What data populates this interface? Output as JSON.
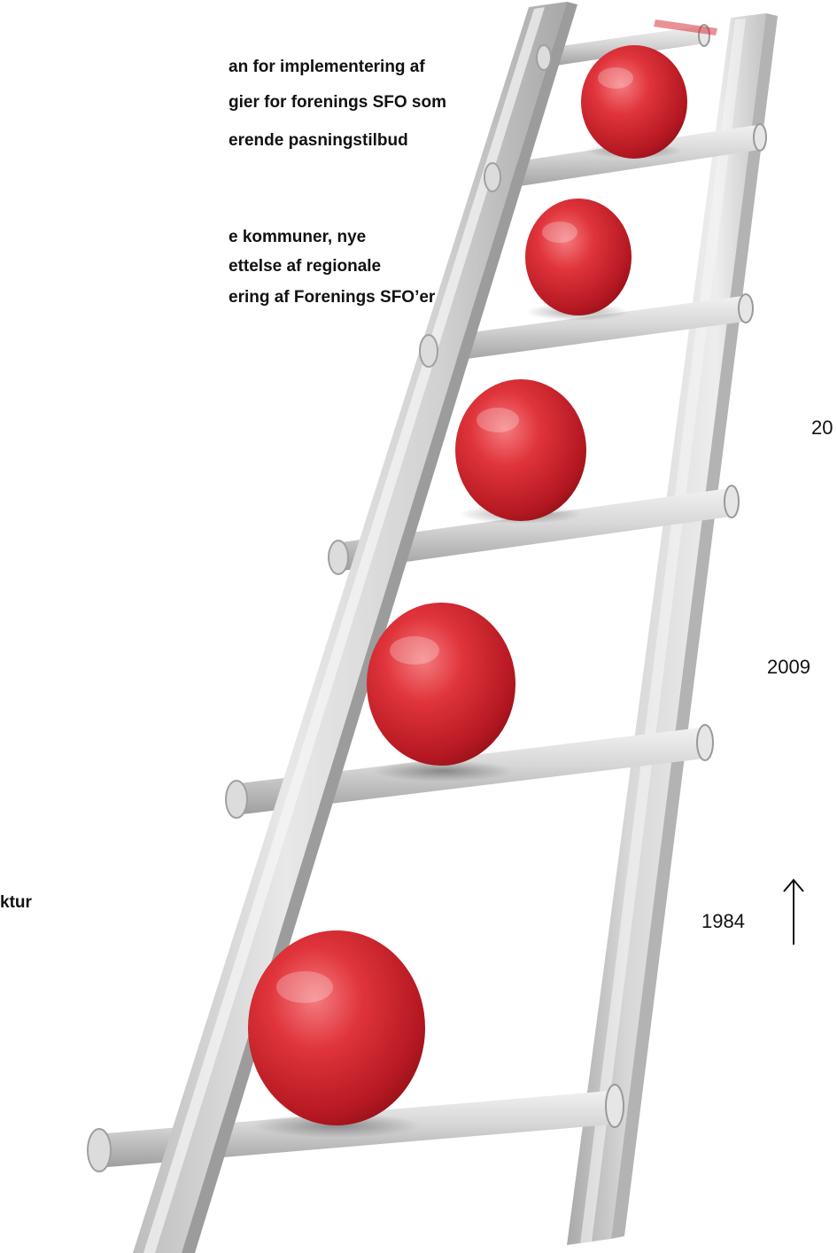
{
  "text_block_top": {
    "line1": "an for implementering af",
    "line2": "gier for forenings SFO som",
    "line3": "erende pasningstilbud"
  },
  "text_block_middle": {
    "line1": "e kommuner, nye",
    "line2": "ettelse af regionale",
    "line3": "ering af Forenings SFO’er"
  },
  "text_bottom": "ktur",
  "year_labels": {
    "top_partial": "20",
    "middle": "2009",
    "bottom": "1984"
  },
  "arrow_icon": "up-arrow-icon",
  "colors": {
    "ball": "#d3242c",
    "ladder": "#cfcfcf"
  }
}
